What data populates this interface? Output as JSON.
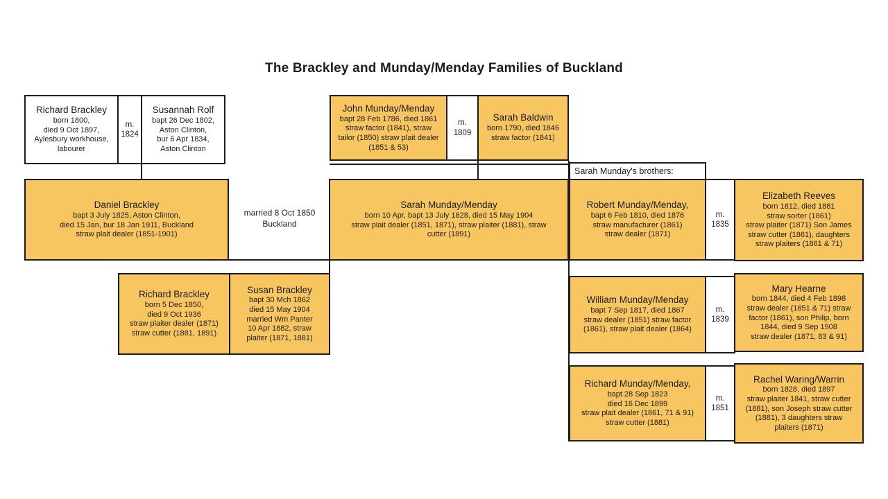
{
  "title": "The Brackley and Munday/Menday Families of Buckland",
  "colors": {
    "box_fill": "#F8C661",
    "box_border": "#1c1c1c",
    "background": "#ffffff"
  },
  "generation1": {
    "richard_brackley_sr": {
      "name": "Richard Brackley",
      "lines": [
        "born 1800,",
        "died 9 Oct 1897,",
        "Aylesbury workhouse,",
        "labourer"
      ]
    },
    "m_1824": {
      "lines": [
        "m.",
        "1824"
      ]
    },
    "susannah_rolf": {
      "name": "Susannah Rolf",
      "lines": [
        "bapt 26 Dec 1802,",
        "Aston Clinton,",
        "bur 6 Apr 1834,",
        "Aston Clinton"
      ]
    },
    "john_munday": {
      "name": "John Munday/Menday",
      "lines": [
        "bapt 28 Feb 1786, died 1861",
        "straw factor (1841), straw",
        "tailor (1850) straw plait dealer",
        "(1851 & 53)"
      ]
    },
    "m_1809": {
      "lines": [
        "m.",
        "1809"
      ]
    },
    "sarah_baldwin": {
      "name": "Sarah Baldwin",
      "lines": [
        "born 1790, died 1846",
        "straw factor (1841)"
      ]
    }
  },
  "generation2": {
    "daniel_brackley": {
      "name": "Daniel Brackley",
      "lines": [
        "bapt 3 July 1825, Aston Clinton,",
        "died 15 Jan, bur 18 Jan 1911, Buckland",
        "straw plait dealer (1851-1901)"
      ]
    },
    "marriage_note": {
      "lines": [
        "married 8 Oct 1850",
        "Buckland"
      ]
    },
    "sarah_munday": {
      "name": "Sarah Munday/Menday",
      "lines": [
        "born 10 Apr, bapt 13 July 1828, died 15 May 1904",
        "straw plait dealer (1851, 1871), straw plaiter (1881), straw",
        "cutter (1891)"
      ]
    },
    "brothers_label": "Sarah Munday's brothers:",
    "robert_munday": {
      "name": "Robert Munday/Menday,",
      "lines": [
        "bapt 6 Feb 1810, died 1876",
        "straw manufacturer (1861)",
        "straw dealer (1871)"
      ]
    },
    "m_1835": {
      "lines": [
        "m.",
        "1835"
      ]
    },
    "elizabeth_reeves": {
      "name": "Elizabeth Reeves",
      "lines": [
        "born 1812, died 1881",
        "straw sorter (1861)",
        "straw plaiter (1871) Son James",
        "straw cutter (1861), daughters",
        "straw plaiters (1861 & 71)"
      ]
    },
    "william_munday": {
      "name": "William Munday/Menday",
      "lines": [
        "bapt 7 Sep 1817, died 1867",
        "straw dealer (1851) straw factor",
        "(1861), straw plait dealer (1864)"
      ]
    },
    "m_1839": {
      "lines": [
        "m.",
        "1839"
      ]
    },
    "mary_hearne": {
      "name": "Mary Hearne",
      "lines": [
        "born 1844, died 4 Feb 1898",
        "straw dealer (1851 & 71) straw",
        "factor (1861), son Philip, born",
        "1844, died 9 Sep 1908",
        "straw dealer (1871, 83 & 91)"
      ]
    },
    "richard_munday": {
      "name": "Richard Munday/Menday,",
      "lines": [
        "bapt 28 Sep 1823",
        "died 16 Dec 1899",
        "straw plait dealer (1861, 71 & 91)",
        "straw cutter (1881)"
      ]
    },
    "m_1851": {
      "lines": [
        "m.",
        "1851"
      ]
    },
    "rachel_waring": {
      "name": "Rachel Waring/Warrin",
      "lines": [
        "born 1828, died 1897",
        "straw plaiter 1841, straw cutter",
        "(1881), son Joseph straw cutter",
        "(1881), 3 daughters straw",
        "plaiters (1871)"
      ]
    }
  },
  "generation3": {
    "richard_brackley_jr": {
      "name": "Richard Brackley",
      "lines": [
        "born 5 Dec 1850,",
        "died 9 Oct 1936",
        "straw plaiter dealer (1871)",
        "straw cutter (1881, 1891)"
      ]
    },
    "susan_brackley": {
      "name": "Susan Brackley",
      "lines": [
        "bapt 30 Mch 1862",
        "died 15 May 1904",
        "married Wm Panter",
        "10 Apr 1882, straw",
        "plaiter (1871, 1881)"
      ]
    }
  }
}
